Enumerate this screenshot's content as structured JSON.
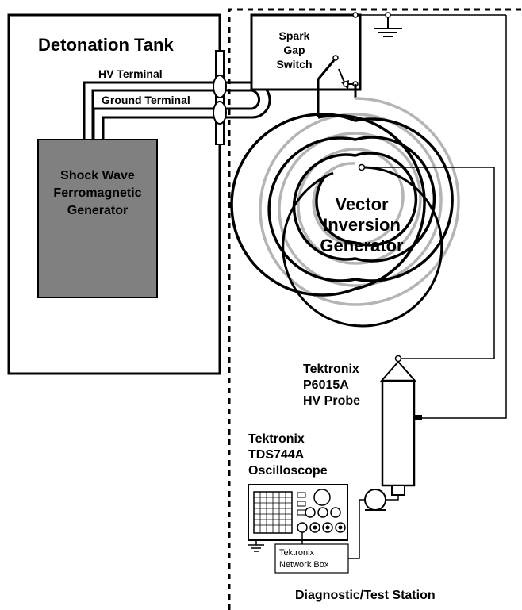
{
  "labels": {
    "detonation_tank": "Detonation Tank",
    "hv_terminal": "HV Terminal",
    "ground_terminal": "Ground Terminal",
    "fcg_line1": "Shock Wave",
    "fcg_line2": "Ferromagnetic",
    "fcg_line3": "Generator",
    "spark_line1": "Spark",
    "spark_line2": "Gap",
    "spark_line3": "Switch",
    "vig_line1": "Vector",
    "vig_line2": "Inversion",
    "vig_line3": "Generator",
    "probe_line1": "Tektronix",
    "probe_line2": "P6015A",
    "probe_line3": "HV Probe",
    "scope_line1": "Tektronix",
    "scope_line2": "TDS744A",
    "scope_line3": "Oscilloscope",
    "netbox_line1": "Tektronix",
    "netbox_line2": "Network Box",
    "station": "Diagnostic/Test Station"
  },
  "colors": {
    "stroke": "#000000",
    "generator_fill": "#808080",
    "vig_gray": "#b4b4b4",
    "background": "#ffffff"
  }
}
